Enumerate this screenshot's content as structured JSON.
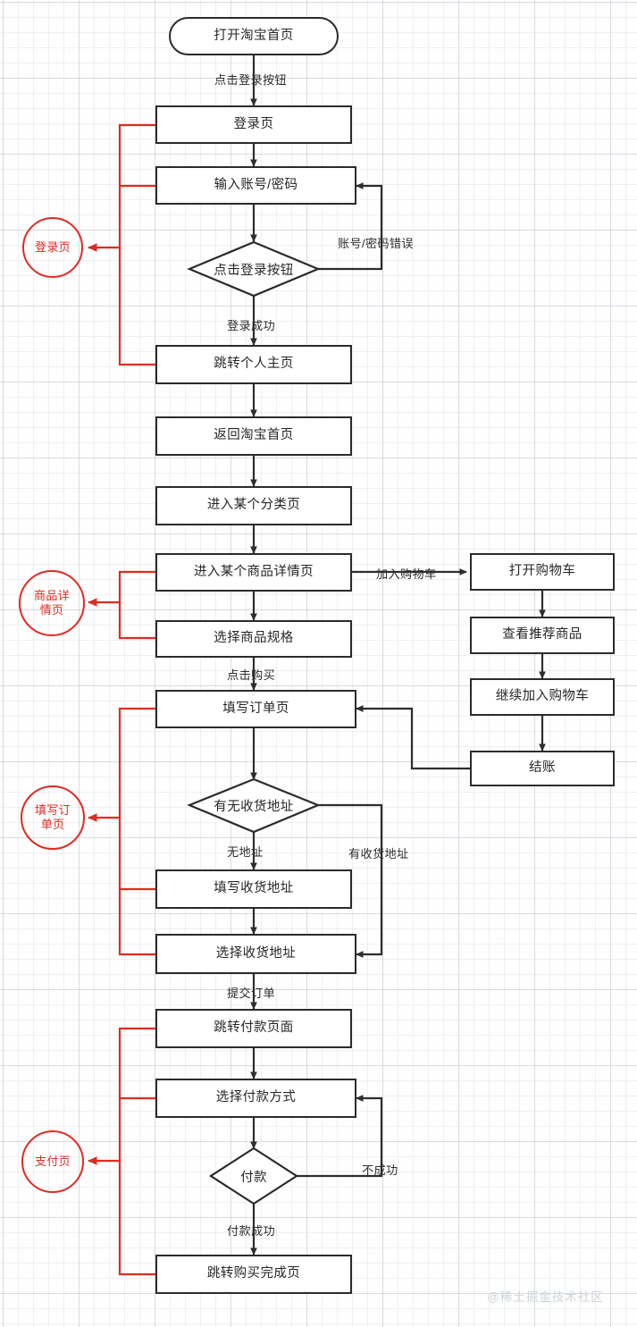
{
  "diagram": {
    "title_watermark": "@稀土掘金技术社区",
    "colors": {
      "node_border": "#2b2b2b",
      "edge": "#2d2d2d",
      "annotation": "#e02b20",
      "background": "#fefefe",
      "watermark": "#cfd4d9"
    }
  },
  "nodes": {
    "start": "打开淘宝首页",
    "login_page": "登录页",
    "input_credentials": "输入账号/密码",
    "click_login": "点击登录按钮",
    "go_personal_home": "跳转个人主页",
    "back_home": "返回淘宝首页",
    "enter_category": "进入某个分类页",
    "enter_product_detail": "进入某个商品详情页",
    "select_spec": "选择商品规格",
    "fill_order_page": "填写订单页",
    "has_address": "有无收货地址",
    "fill_address": "填写收货地址",
    "select_address": "选择收货地址",
    "go_payment_page": "跳转付款页面",
    "select_payment": "选择付款方式",
    "pay": "付款",
    "purchase_complete": "跳转购买完成页",
    "open_cart": "打开购物车",
    "view_recommended": "查看推荐商品",
    "continue_add_cart": "继续加入购物车",
    "checkout": "结账"
  },
  "edge_labels": {
    "click_login_button": "点击登录按钮",
    "credential_error": "账号/密码错误",
    "login_success": "登录成功",
    "add_to_cart": "加入购物车",
    "click_buy": "点击购买",
    "no_address": "无地址",
    "has_address_yes": "有收货地址",
    "submit_order": "提交订单",
    "pay_failed": "不成功",
    "pay_success": "付款成功"
  },
  "annotations": [
    {
      "id": "login",
      "label": "登录页"
    },
    {
      "id": "product_detail",
      "label": "商品详\n情页"
    },
    {
      "id": "fill_order",
      "label": "填写订\n单页"
    },
    {
      "id": "payment",
      "label": "支付页"
    }
  ],
  "annotation_labels": {
    "login": "登录页",
    "product_detail_line1": "商品详",
    "product_detail_line2": "情页",
    "fill_order_line1": "填写订",
    "fill_order_line2": "单页",
    "payment": "支付页"
  }
}
